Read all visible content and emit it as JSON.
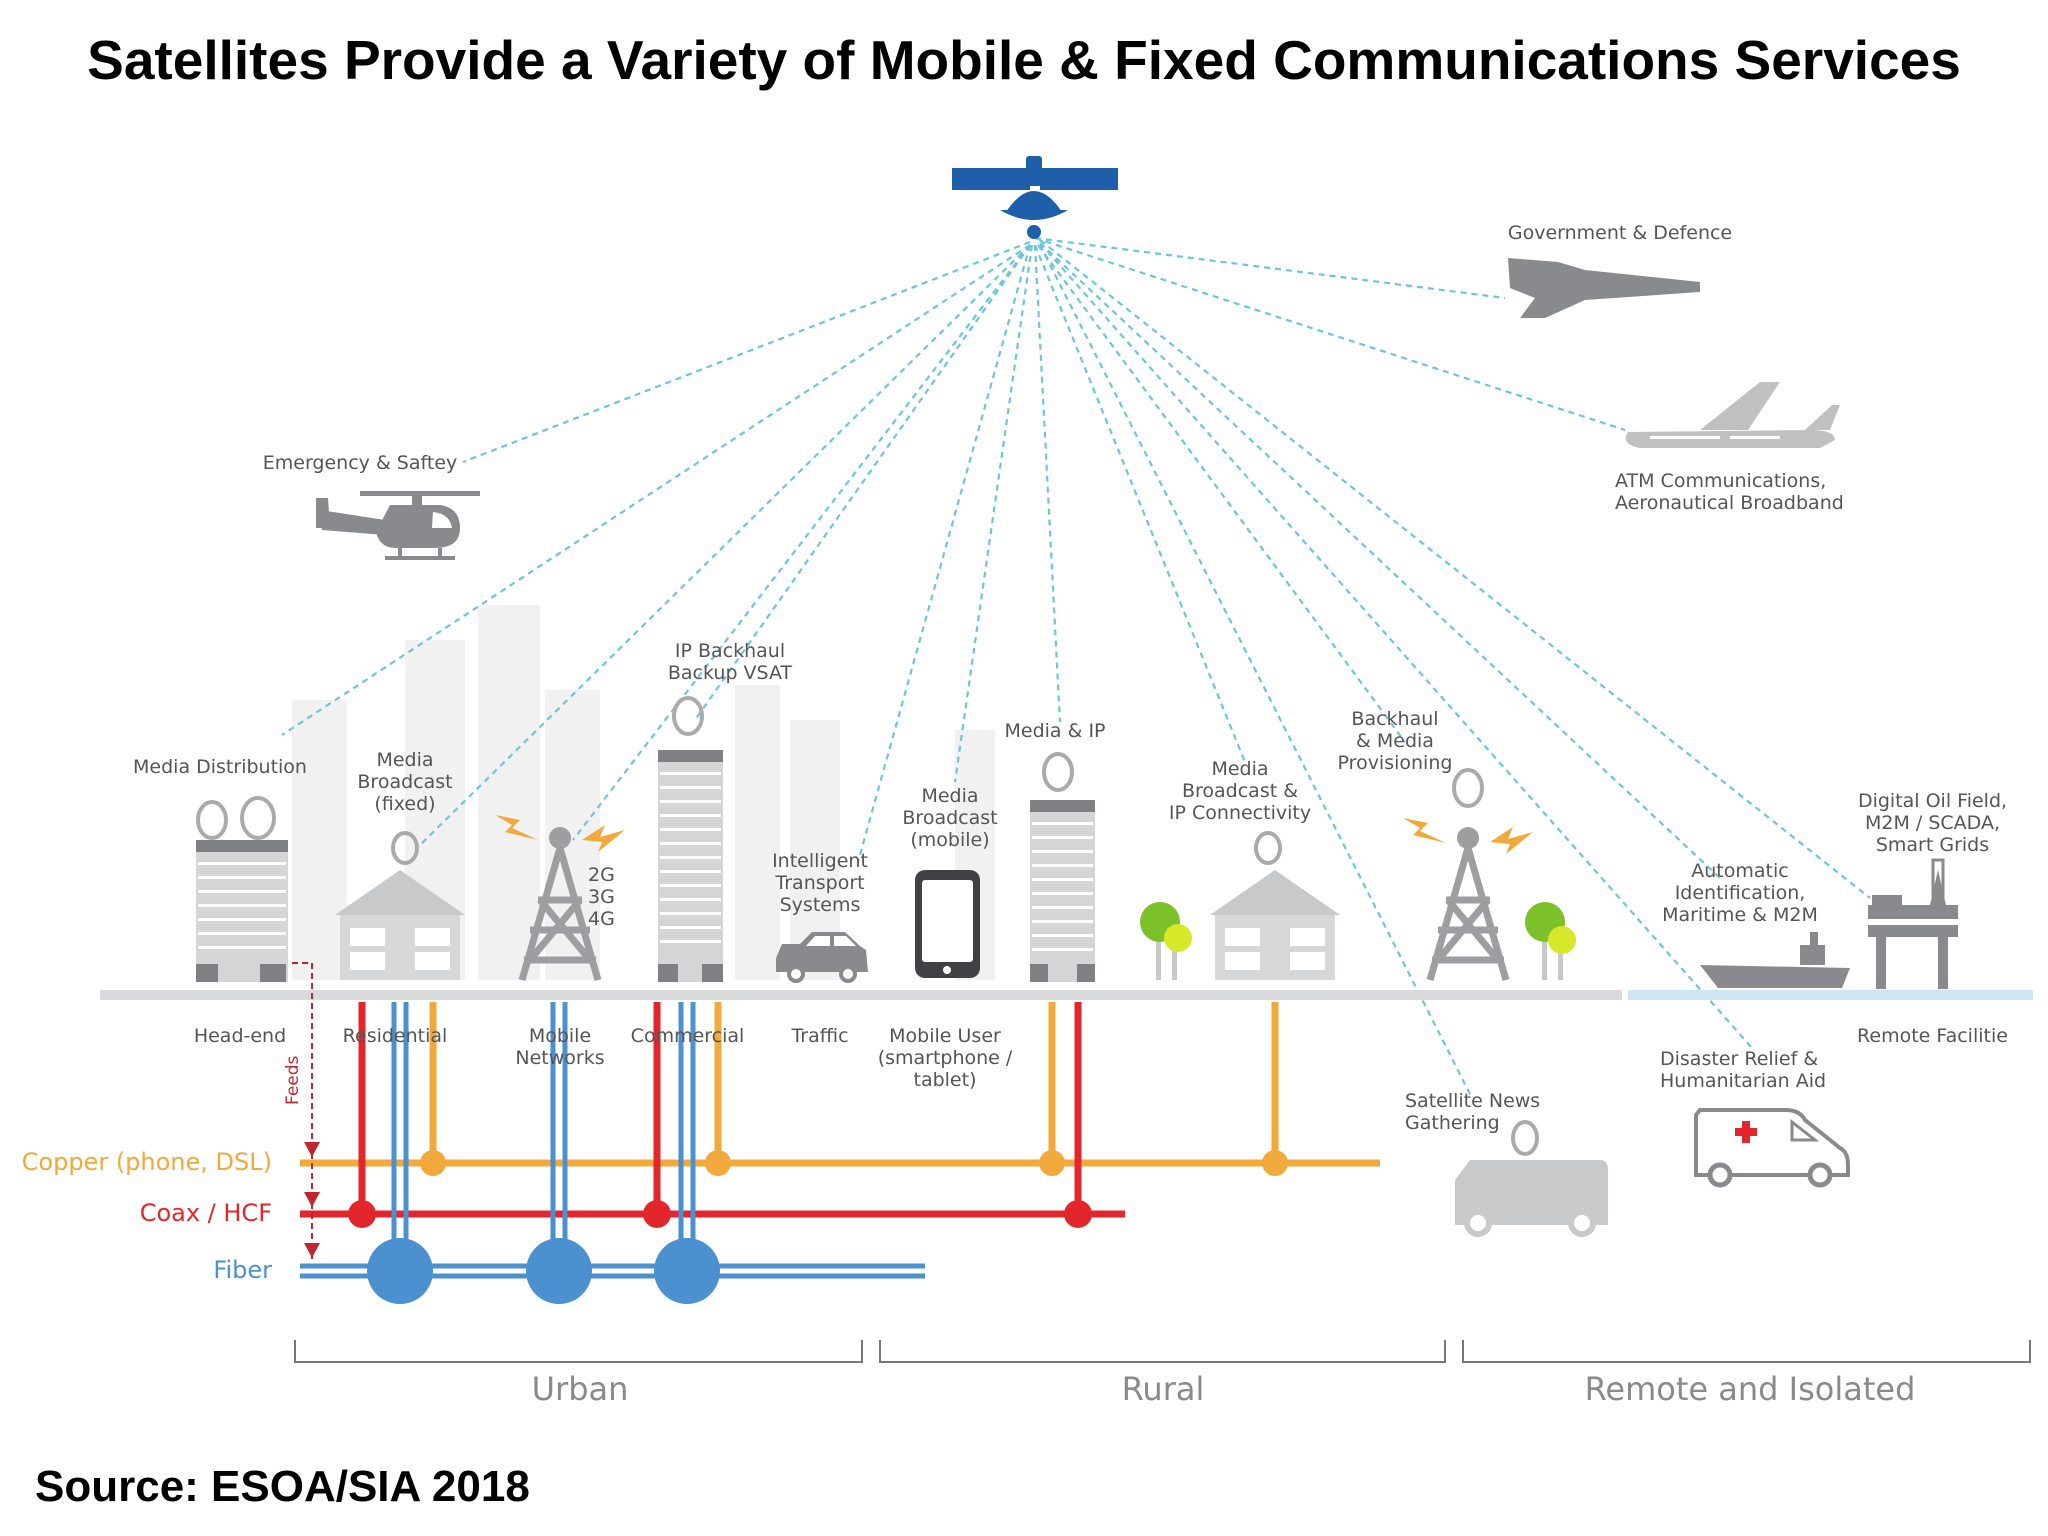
{
  "title": "Satellites Provide a Variety of Mobile & Fixed Communications Services",
  "source": "Source: ESOA/SIA 2018",
  "colors": {
    "copper": "#f2a93b",
    "coax": "#e3262b",
    "fiber": "#4b90cf",
    "beam": "#6cc4dd",
    "icon_gray": "#888a8d",
    "building_gray": "#c8c9cb",
    "satellite_blue": "#1f5faa",
    "tree_green": "#7cc02a",
    "tree_lime": "#d7e82a"
  },
  "labels": {
    "gov_defence": "Government & Defence",
    "atm": "ATM Communications,\nAeronautical Broadband",
    "emergency": "Emergency & Saftey",
    "ip_backhaul": "IP Backhaul\nBackup VSAT",
    "media_distribution": "Media Distribution",
    "media_broadcast_fixed": "Media\nBroadcast\n(fixed)",
    "generations": "2G\n3G\n4G",
    "its": "Intelligent\nTransport\nSystems",
    "media_broadcast_mobile": "Media\nBroadcast\n(mobile)",
    "media_ip": "Media & IP",
    "media_broadcast_ip": "Media\nBroadcast &\nIP Connectivity",
    "backhaul_media": "Backhaul\n& Media\nProvisioning",
    "digital_oil": "Digital Oil Field,\nM2M / SCADA,\nSmart Grids",
    "automatic_id": "Automatic\nIdentification,\nMaritime & M2M",
    "head_end": "Head-end",
    "residential": "Residential",
    "mobile_networks": "Mobile\nNetworks",
    "commercial": "Commercial",
    "traffic": "Traffic",
    "mobile_user": "Mobile User\n(smartphone /\ntablet)",
    "remote_facility": "Remote Facilitie",
    "disaster_relief": "Disaster Relief &\nHumanitarian Aid",
    "satellite_news": "Satellite News\nGathering",
    "feeds": "Feeds"
  },
  "legend": {
    "copper": "Copper (phone, DSL)",
    "coax": "Coax / HCF",
    "fiber": "Fiber"
  },
  "regions": {
    "urban": "Urban",
    "rural": "Rural",
    "remote": "Remote and Isolated"
  }
}
